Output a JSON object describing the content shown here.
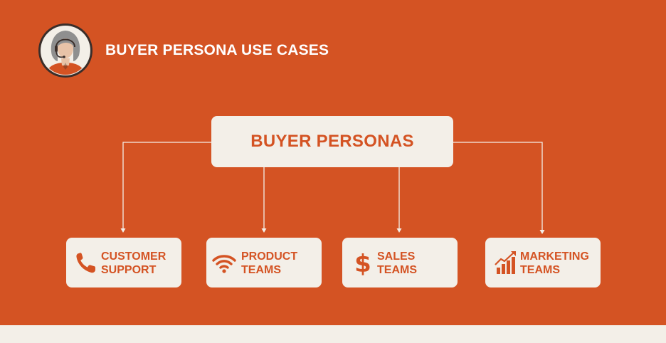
{
  "header": {
    "title": "BUYER PERSONA USE CASES",
    "avatar_icon": "headset-agent-avatar-icon"
  },
  "diagram": {
    "root": {
      "label": "BUYER PERSONAS"
    },
    "children": [
      {
        "line1": "CUSTOMER",
        "line2": "SUPPORT",
        "icon": "phone-icon"
      },
      {
        "line1": "PRODUCT",
        "line2": "TEAMS",
        "icon": "wifi-icon"
      },
      {
        "line1": "SALES",
        "line2": "TEAMS",
        "icon": "dollar-icon"
      },
      {
        "line1": "MARKETING",
        "line2": "TEAMS",
        "icon": "growth-chart-icon"
      }
    ]
  },
  "colors": {
    "background": "#D45323",
    "box": "#F3EFE8",
    "accent_text": "#D45323",
    "title_text": "#FFFFFF"
  }
}
